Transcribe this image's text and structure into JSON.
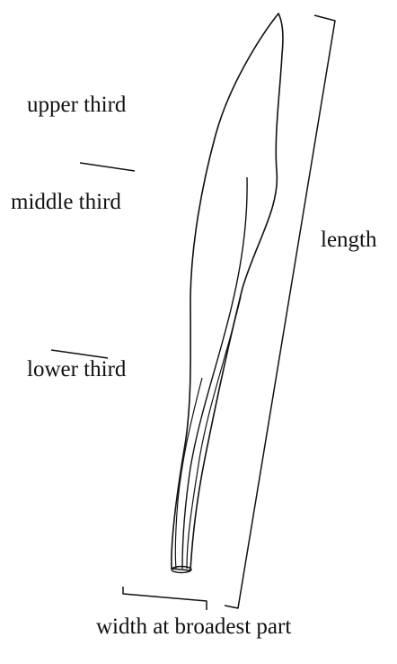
{
  "labels": {
    "upper_third": "upper third",
    "middle_third": "middle third",
    "lower_third": "lower third",
    "length": "length",
    "width": "width at broadest part"
  },
  "colors": {
    "ink": "#111111",
    "background": "#ffffff"
  }
}
